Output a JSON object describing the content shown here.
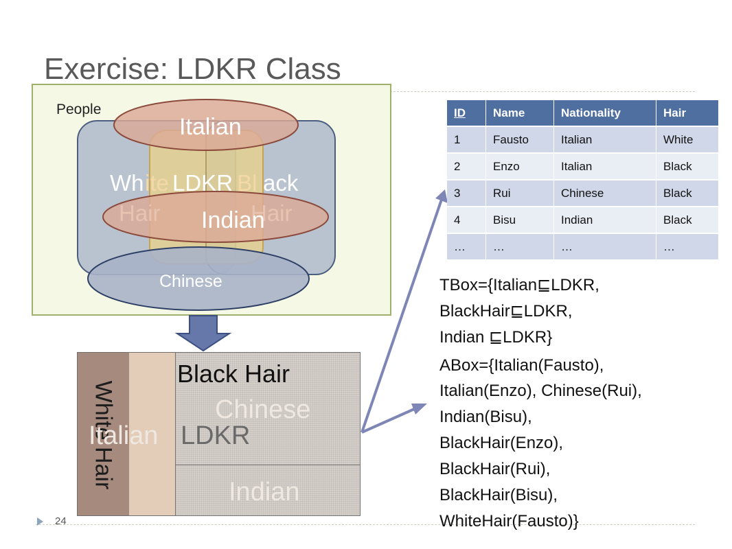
{
  "title": "Exercise: LDKR Class",
  "page_number": "24",
  "venn": {
    "people": "People",
    "italian": "Italian",
    "white_hair_a": "Wh",
    "white_hair_b": "ite",
    "ldkr": "LDKR",
    "black_hair_a": "Bl",
    "black_hair_b": "ack",
    "hair_left": "Hair",
    "hair_right": "Hair",
    "indian": "Indian",
    "chinese": "Chinese"
  },
  "table": {
    "headers": [
      "ID",
      "Name",
      "Nationality",
      "Hair"
    ],
    "rows": [
      [
        "1",
        "Fausto",
        "Italian",
        "White"
      ],
      [
        "2",
        "Enzo",
        "Italian",
        "Black"
      ],
      [
        "3",
        "Rui",
        "Chinese",
        "Black"
      ],
      [
        "4",
        "Bisu",
        "Indian",
        "Black"
      ],
      [
        "…",
        "…",
        "…",
        "…"
      ]
    ]
  },
  "tbox": [
    "TBox={Italian⊑LDKR,",
    "BlackHair⊑LDKR,",
    "Indian ⊑LDKR}"
  ],
  "abox": [
    "ABox={Italian(Fausto),",
    "Italian(Enzo), Chinese(Rui),",
    "Indian(Bisu),",
    "BlackHair(Enzo),",
    "BlackHair(Rui),",
    "BlackHair(Bisu),",
    "WhiteHair(Fausto)}"
  ],
  "lower": {
    "white_hair": "White Hair",
    "black_hair": "Black Hair",
    "chinese": "Chinese",
    "italian": "Italian",
    "ldkr": "LDKR",
    "indian": "Indian"
  },
  "colors": {
    "table_header": "#4f6fa0",
    "arrow": "#7d86b5",
    "people_box": "#f6f8e6"
  }
}
